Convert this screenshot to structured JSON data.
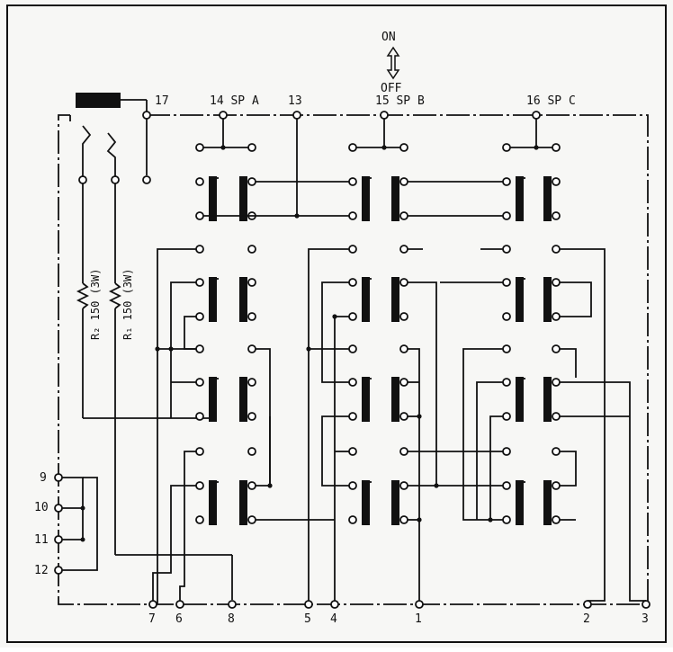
{
  "switch_label": {
    "on": "ON",
    "off": "OFF"
  },
  "top_terminals": [
    {
      "id": "17",
      "label": "17"
    },
    {
      "id": "14",
      "label": "14  SP A"
    },
    {
      "id": "13",
      "label": "13"
    },
    {
      "id": "15",
      "label": "15  SP B"
    },
    {
      "id": "16",
      "label": "16  SP C"
    }
  ],
  "resistors": [
    {
      "id": "r2",
      "label": "R₂ 150  (3W)"
    },
    {
      "id": "r1",
      "label": "R₁ 150  (3W)"
    }
  ],
  "left_terminals": [
    "9",
    "10",
    "11",
    "12"
  ],
  "bottom_terminals": [
    "7",
    "6",
    "8",
    "5",
    "4",
    "1",
    "2",
    "3"
  ]
}
